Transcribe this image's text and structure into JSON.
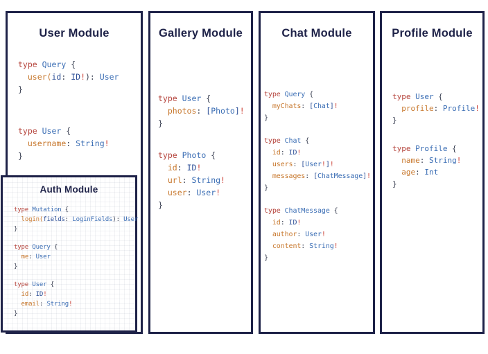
{
  "palette": {
    "border_and_title_navy": "#1e2248",
    "keyword_red": "#b5443c",
    "type_name_blue": "#3a6db4",
    "field_name_orange": "#c7772c",
    "argument_navy_blue": "#2d4f97",
    "punctuation_dark": "#3c4254",
    "bang_red": "#cc4338",
    "background": "#ffffff"
  },
  "modules": {
    "user": {
      "title": "User Module",
      "blocks": [
        [
          [
            [
              "kw",
              "type "
            ],
            [
              "ty",
              "Query "
            ],
            [
              "pn",
              "{"
            ]
          ],
          [
            [
              "pn",
              "  "
            ],
            [
              "fd",
              "user("
            ],
            [
              "ar",
              "id"
            ],
            [
              "pn",
              ": "
            ],
            [
              "ar",
              "ID"
            ],
            [
              "ex",
              "!"
            ],
            [
              "pn",
              "): "
            ],
            [
              "ty",
              "User"
            ]
          ],
          [
            [
              "pn",
              "}"
            ]
          ]
        ],
        [
          [
            [
              "kw",
              "type "
            ],
            [
              "ty",
              "User "
            ],
            [
              "pn",
              "{"
            ]
          ],
          [
            [
              "pn",
              "  "
            ],
            [
              "fd",
              "username"
            ],
            [
              "pn",
              ": "
            ],
            [
              "ty",
              "String"
            ],
            [
              "ex",
              "!"
            ]
          ],
          [
            [
              "pn",
              "}"
            ]
          ]
        ]
      ]
    },
    "auth": {
      "title": "Auth Module",
      "blocks": [
        [
          [
            [
              "kw",
              "type "
            ],
            [
              "ty",
              "Mutation "
            ],
            [
              "pn",
              "{"
            ]
          ],
          [
            [
              "pn",
              "  "
            ],
            [
              "fd",
              "login("
            ],
            [
              "ar",
              "fields"
            ],
            [
              "pn",
              ": "
            ],
            [
              "ty",
              "LoginFields"
            ],
            [
              "pn",
              "): "
            ],
            [
              "ty",
              "User"
            ]
          ],
          [
            [
              "pn",
              "}"
            ]
          ]
        ],
        [
          [
            [
              "kw",
              "type "
            ],
            [
              "ty",
              "Query "
            ],
            [
              "pn",
              "{"
            ]
          ],
          [
            [
              "pn",
              "  "
            ],
            [
              "fd",
              "me"
            ],
            [
              "pn",
              ": "
            ],
            [
              "ty",
              "User"
            ]
          ],
          [
            [
              "pn",
              "}"
            ]
          ]
        ],
        [
          [
            [
              "kw",
              "type "
            ],
            [
              "ty",
              "User "
            ],
            [
              "pn",
              "{"
            ]
          ],
          [
            [
              "pn",
              "  "
            ],
            [
              "fd",
              "id"
            ],
            [
              "pn",
              ": "
            ],
            [
              "ar",
              "ID"
            ],
            [
              "ex",
              "!"
            ]
          ],
          [
            [
              "pn",
              "  "
            ],
            [
              "fd",
              "email"
            ],
            [
              "pn",
              ": "
            ],
            [
              "ty",
              "String"
            ],
            [
              "ex",
              "!"
            ]
          ],
          [
            [
              "pn",
              "}"
            ]
          ]
        ]
      ]
    },
    "gallery": {
      "title": "Gallery Module",
      "blocks": [
        [
          [
            [
              "kw",
              "type "
            ],
            [
              "ty",
              "User "
            ],
            [
              "pn",
              "{"
            ]
          ],
          [
            [
              "pn",
              "  "
            ],
            [
              "fd",
              "photos"
            ],
            [
              "pn",
              ": "
            ],
            [
              "ar",
              "["
            ],
            [
              "ty",
              "Photo"
            ],
            [
              "ar",
              "]"
            ],
            [
              "ex",
              "!"
            ]
          ],
          [
            [
              "pn",
              "}"
            ]
          ]
        ],
        [
          [
            [
              "kw",
              "type "
            ],
            [
              "ty",
              "Photo "
            ],
            [
              "pn",
              "{"
            ]
          ],
          [
            [
              "pn",
              "  "
            ],
            [
              "fd",
              "id"
            ],
            [
              "pn",
              ": "
            ],
            [
              "ar",
              "ID"
            ],
            [
              "ex",
              "!"
            ]
          ],
          [
            [
              "pn",
              "  "
            ],
            [
              "fd",
              "url"
            ],
            [
              "pn",
              ": "
            ],
            [
              "ty",
              "String"
            ],
            [
              "ex",
              "!"
            ]
          ],
          [
            [
              "pn",
              "  "
            ],
            [
              "fd",
              "user"
            ],
            [
              "pn",
              ": "
            ],
            [
              "ty",
              "User"
            ],
            [
              "ex",
              "!"
            ]
          ],
          [
            [
              "pn",
              "}"
            ]
          ]
        ]
      ]
    },
    "chat": {
      "title": "Chat Module",
      "blocks": [
        [
          [
            [
              "kw",
              "type "
            ],
            [
              "ty",
              "Query "
            ],
            [
              "pn",
              "{"
            ]
          ],
          [
            [
              "pn",
              "  "
            ],
            [
              "fd",
              "myChats"
            ],
            [
              "pn",
              ": "
            ],
            [
              "ar",
              "["
            ],
            [
              "ty",
              "Chat"
            ],
            [
              "ar",
              "]"
            ],
            [
              "ex",
              "!"
            ]
          ],
          [
            [
              "pn",
              "}"
            ]
          ]
        ],
        [
          [
            [
              "kw",
              "type "
            ],
            [
              "ty",
              "Chat "
            ],
            [
              "pn",
              "{"
            ]
          ],
          [
            [
              "pn",
              "  "
            ],
            [
              "fd",
              "id"
            ],
            [
              "pn",
              ": "
            ],
            [
              "ar",
              "ID"
            ],
            [
              "ex",
              "!"
            ]
          ],
          [
            [
              "pn",
              "  "
            ],
            [
              "fd",
              "users"
            ],
            [
              "pn",
              ": "
            ],
            [
              "ar",
              "["
            ],
            [
              "ty",
              "User"
            ],
            [
              "ex",
              "!"
            ],
            [
              "ar",
              "]"
            ],
            [
              "ex",
              "!"
            ]
          ],
          [
            [
              "pn",
              "  "
            ],
            [
              "fd",
              "messages"
            ],
            [
              "pn",
              ": "
            ],
            [
              "ar",
              "["
            ],
            [
              "ty",
              "ChatMessage"
            ],
            [
              "ar",
              "]"
            ],
            [
              "ex",
              "!"
            ]
          ],
          [
            [
              "pn",
              "}"
            ]
          ]
        ],
        [
          [
            [
              "kw",
              "type "
            ],
            [
              "ty",
              "ChatMessage "
            ],
            [
              "pn",
              "{"
            ]
          ],
          [
            [
              "pn",
              "  "
            ],
            [
              "fd",
              "id"
            ],
            [
              "pn",
              ": "
            ],
            [
              "ar",
              "ID"
            ],
            [
              "ex",
              "!"
            ]
          ],
          [
            [
              "pn",
              "  "
            ],
            [
              "fd",
              "author"
            ],
            [
              "pn",
              ": "
            ],
            [
              "ty",
              "User"
            ],
            [
              "ex",
              "!"
            ]
          ],
          [
            [
              "pn",
              "  "
            ],
            [
              "fd",
              "content"
            ],
            [
              "pn",
              ": "
            ],
            [
              "ty",
              "String"
            ],
            [
              "ex",
              "!"
            ]
          ],
          [
            [
              "pn",
              "}"
            ]
          ]
        ]
      ]
    },
    "profile": {
      "title": "Profile Module",
      "blocks": [
        [
          [
            [
              "kw",
              "type "
            ],
            [
              "ty",
              "User "
            ],
            [
              "pn",
              "{"
            ]
          ],
          [
            [
              "pn",
              "  "
            ],
            [
              "fd",
              "profile"
            ],
            [
              "pn",
              ": "
            ],
            [
              "ty",
              "Profile"
            ],
            [
              "ex",
              "!"
            ]
          ],
          [
            [
              "pn",
              "}"
            ]
          ]
        ],
        [
          [
            [
              "kw",
              "type "
            ],
            [
              "ty",
              "Profile "
            ],
            [
              "pn",
              "{"
            ]
          ],
          [
            [
              "pn",
              "  "
            ],
            [
              "fd",
              "name"
            ],
            [
              "pn",
              ": "
            ],
            [
              "ty",
              "String"
            ],
            [
              "ex",
              "!"
            ]
          ],
          [
            [
              "pn",
              "  "
            ],
            [
              "fd",
              "age"
            ],
            [
              "pn",
              ": "
            ],
            [
              "ty",
              "Int"
            ]
          ],
          [
            [
              "pn",
              "}"
            ]
          ]
        ]
      ]
    }
  }
}
